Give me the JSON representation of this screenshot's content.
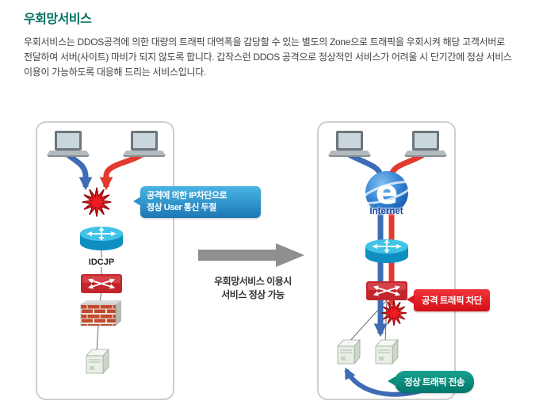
{
  "page": {
    "title": "우회망서비스",
    "description": "우회서비스는 DDOS공격에 의한 대량의 트래픽 대역폭을 감당할 수 있는 별도의 Zone으로 트래픽을 우회시켜 해당 고객서버로 전달하여 서버(사이트) 마비가 되지 않도록 합니다. 갑작스런 DDOS 공격으로 정상적인 서비스가 어려울 시 단기간에 정상 서비스 이용이 가능하도록 대응해 드리는 서비스입니다."
  },
  "left_panel": {
    "callout_line1": "공격에 의한 IP차단으로",
    "callout_line2": "정상 User 통신 두절",
    "router_label": "IDCJP"
  },
  "center": {
    "caption_line1": "우회망서비스 이용시",
    "caption_line2": "서비스 정상 가능"
  },
  "right_panel": {
    "internet_label": "Internet",
    "internet_e": "e",
    "attack_callout": "공격 트래픽 차단",
    "normal_callout": "정상 트래픽 전송"
  },
  "colors": {
    "title": "#00715e",
    "normal_traffic_blue": "#3d6cb4",
    "attack_traffic_red": "#e23a2e",
    "burst_red": "#ed1c24",
    "callout_blue_top": "#49b5e3",
    "callout_blue_bottom": "#1d77b5",
    "callout_red": "#dd1720",
    "callout_teal": "#00877a",
    "router_cyan": "#40c3e6",
    "switch_red": "#c2262c",
    "firewall_brick": "#c04a2e",
    "transition_arrow_gray": "#8f8f8f",
    "panel_border": "#cfcfcf"
  },
  "icons": {
    "laptop": "laptop-icon",
    "burst": "attack-burst-icon",
    "router": "router-icon",
    "switch": "switch-icon",
    "firewall": "firewall-icon",
    "server": "server-icon",
    "internet": "internet-icon",
    "transition": "transition-arrow-icon"
  }
}
